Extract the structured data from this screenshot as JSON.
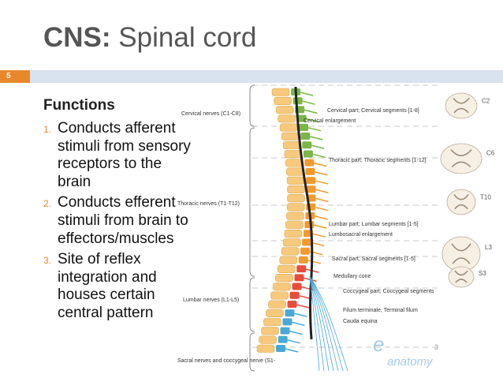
{
  "slide": {
    "title_bold": "CNS:",
    "title_rest": "Spinal cord",
    "slide_number": "5",
    "heading": "Functions",
    "items": [
      {
        "num": "1.",
        "text": "Conducts afferent stimuli from sensory receptors to the brain"
      },
      {
        "num": "2.",
        "text": "Conducts efferent stimuli from brain to effectors/muscles"
      },
      {
        "num": "3.",
        "text": "Site of reflex integration and houses certain central pattern"
      }
    ]
  },
  "diagram": {
    "left_labels": {
      "cervical": "Cervical nerves (C1-C8)",
      "thoracic": "Thoracic nerves (T1-T12)",
      "lumbar": "Lumbar nerves (L1-L5)",
      "sacral": "Sacral nerves and coccygeal nerve (S1-"
    },
    "right_labels": {
      "cervical_part": "Cervical part; Cervical segments [1-8]",
      "cervical_enl": "Cervical enlargement",
      "thoracic_part": "Thoracic part; Thoracic segments [1-12]",
      "lumbar_part": "Lumbar part; Lumbar segments [1-5]",
      "lumbosacral": "Lumbosacral enlargement",
      "sacral_part": "Sacral part; Sacral segments [1-5]",
      "medullary": "Medullary cone",
      "coccygeal": "Coccygeal part; Coccygeal segments",
      "filum": "Filum terminale; Terminal filum",
      "cauda": "Cauda equina"
    },
    "sections": [
      "C2",
      "C6",
      "T10",
      "L3",
      "S3"
    ],
    "watermark": "anatomy",
    "page_mark": "3",
    "colors": {
      "cervical": "#7ab648",
      "thoracic": "#f29a2e",
      "lumbar": "#e84c3d",
      "sacral": "#4aa8d8",
      "vertebra": "#f7c97c",
      "accent": "#e8882b",
      "rule": "#d9e2ef"
    }
  }
}
